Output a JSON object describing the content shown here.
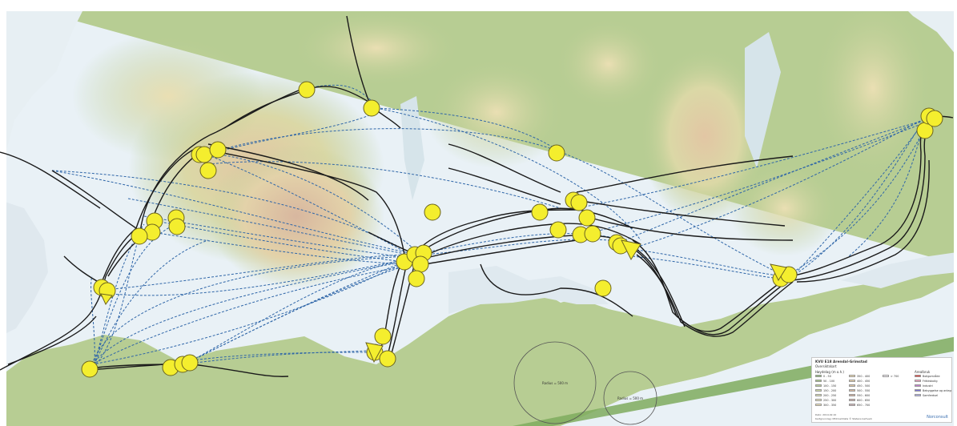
{
  "map": {
    "colors": {
      "sea": "#e9f1f6",
      "lowland": "#a9c486",
      "midland": "#d3d9a4",
      "highland": "#e6cfa8",
      "peak": "#d9b8a6",
      "alternative_line": "#2f66a8",
      "route_line": "#1a1a1a",
      "marker_fill": "#f4ee2e",
      "marker_stroke": "#6b6420"
    },
    "scale_circles": [
      {
        "label": "Radius = 500 m"
      },
      {
        "label": "Radius = 500 m"
      }
    ],
    "legend": {
      "title": "KVU E18 Arendal-Grimstad",
      "subtitle": "Oversiktskart",
      "elevation_heading": "Høydelag (m o.h.)",
      "elevation_rows": [
        {
          "label": "0 - 50",
          "color": "#8fb875"
        },
        {
          "label": "50 - 100",
          "color": "#a6c586"
        },
        {
          "label": "100 - 150",
          "color": "#bcd196"
        },
        {
          "label": "150 - 200",
          "color": "#cfdba4"
        },
        {
          "label": "200 - 250",
          "color": "#dfe3b2"
        },
        {
          "label": "250 - 300",
          "color": "#ece7bc"
        },
        {
          "label": "300 - 350",
          "color": "#f0e2b7"
        },
        {
          "label": "350 - 400",
          "color": "#ecd8ad"
        },
        {
          "label": "400 - 450",
          "color": "#e6cea6"
        },
        {
          "label": "450 - 500",
          "color": "#dec3a0"
        },
        {
          "label": "500 - 550",
          "color": "#d6b79c"
        },
        {
          "label": "550 - 600",
          "color": "#cfae9b"
        },
        {
          "label": "600 - 650",
          "color": "#c9a9a3"
        },
        {
          "label": "650 - 700",
          "color": "#cbb1b4"
        },
        {
          "label": "> 700",
          "color": "#f3eef2"
        }
      ],
      "land_use_heading": "Arealbruk",
      "land_use_rows": [
        {
          "label": "Boligområde",
          "color": "#e8413b"
        },
        {
          "label": "Fritidsbolig",
          "color": "#f2a3c2"
        },
        {
          "label": "Industri",
          "color": "#c47bd0"
        },
        {
          "label": "Bebyggelse og anlegg",
          "color": "#7a73d6"
        },
        {
          "label": "Samferdsel",
          "color": "#b0b0e8"
        }
      ],
      "footer_lines": [
        "Dato: 2014.02.10",
        "Kartgrunnlag: N50 kartdata © Statens kartverk"
      ],
      "logo_text": "Norconsult"
    }
  }
}
